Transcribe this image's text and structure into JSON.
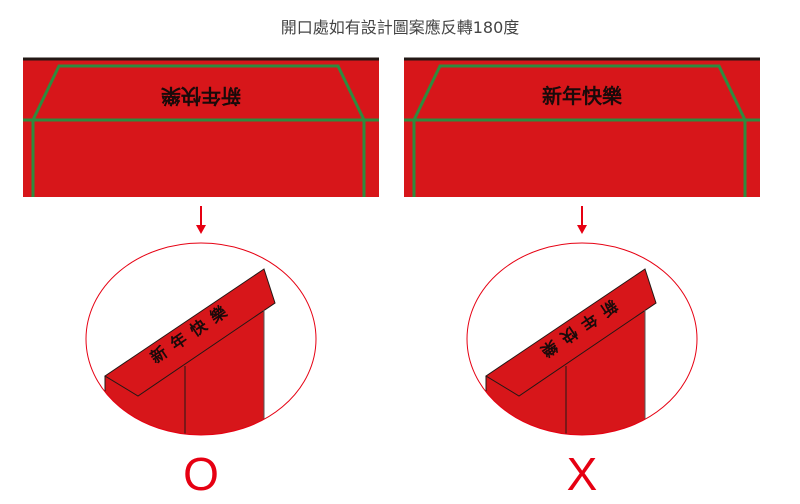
{
  "title": "開口處如有設計圖案應反轉180度",
  "panels": [
    {
      "label": "新年快樂",
      "orientation": "upside-down-on-flat",
      "result": "O"
    },
    {
      "label": "新年快樂",
      "orientation": "upright-on-flat",
      "result": "X"
    }
  ],
  "colors": {
    "red": "#d7161a",
    "green": "#2e8b3e",
    "accent": "#e60012"
  }
}
